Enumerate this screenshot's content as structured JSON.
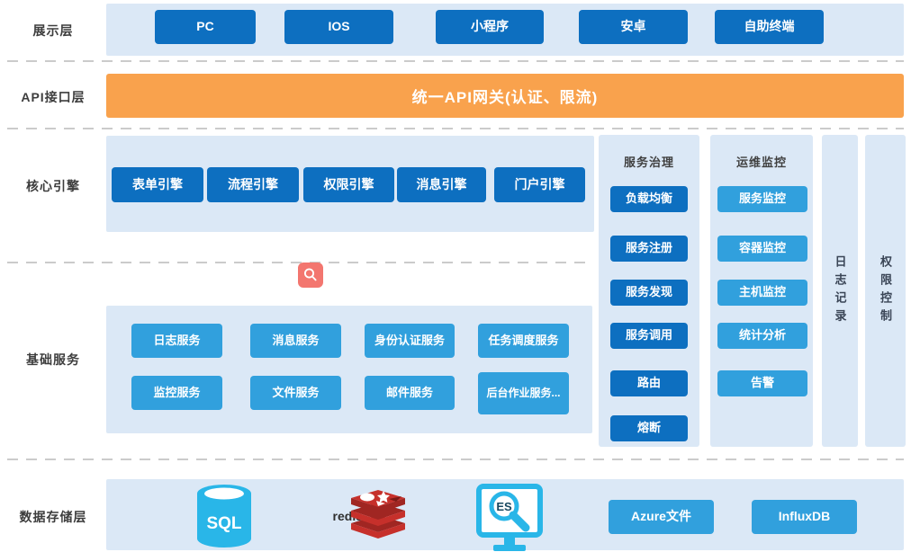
{
  "layers": {
    "presentation": {
      "label": "展示层",
      "items": [
        "PC",
        "IOS",
        "小程序",
        "安卓",
        "自助终端"
      ]
    },
    "api": {
      "label": "API接口层",
      "gateway": "统一API网关(认证、限流)"
    },
    "core": {
      "label": "核心引擎",
      "items": [
        "表单引擎",
        "流程引擎",
        "权限引擎",
        "消息引擎",
        "门户引擎"
      ]
    },
    "basic": {
      "label": "基础服务",
      "row1": [
        "日志服务",
        "消息服务",
        "身份认证服务",
        "任务调度服务"
      ],
      "row2": [
        "监控服务",
        "文件服务",
        "邮件服务",
        "后台作业服务..."
      ]
    },
    "storage": {
      "label": "数据存储层",
      "sql_text": "SQL",
      "redis_text": "redis",
      "es_text": "ES",
      "buttons": [
        "Azure文件",
        "InfluxDB"
      ]
    }
  },
  "governance": {
    "title": "服务治理",
    "items": [
      "负载均衡",
      "服务注册",
      "服务发现",
      "服务调用",
      "路由",
      "熔断"
    ]
  },
  "monitoring": {
    "title": "运维监控",
    "items": [
      "服务监控",
      "容器监控",
      "主机监控",
      "统计分析",
      "告警"
    ]
  },
  "side_columns": {
    "log": "日志记录",
    "perm": "权限控制"
  },
  "colors": {
    "dark_blue": "#0d6fc0",
    "light_blue": "#31a0dd",
    "band_blue": "#dbe8f6",
    "orange": "#f9a24d",
    "salmon": "#f3766f",
    "cyan": "#29b6e8",
    "redis_red": "#c6302b"
  }
}
